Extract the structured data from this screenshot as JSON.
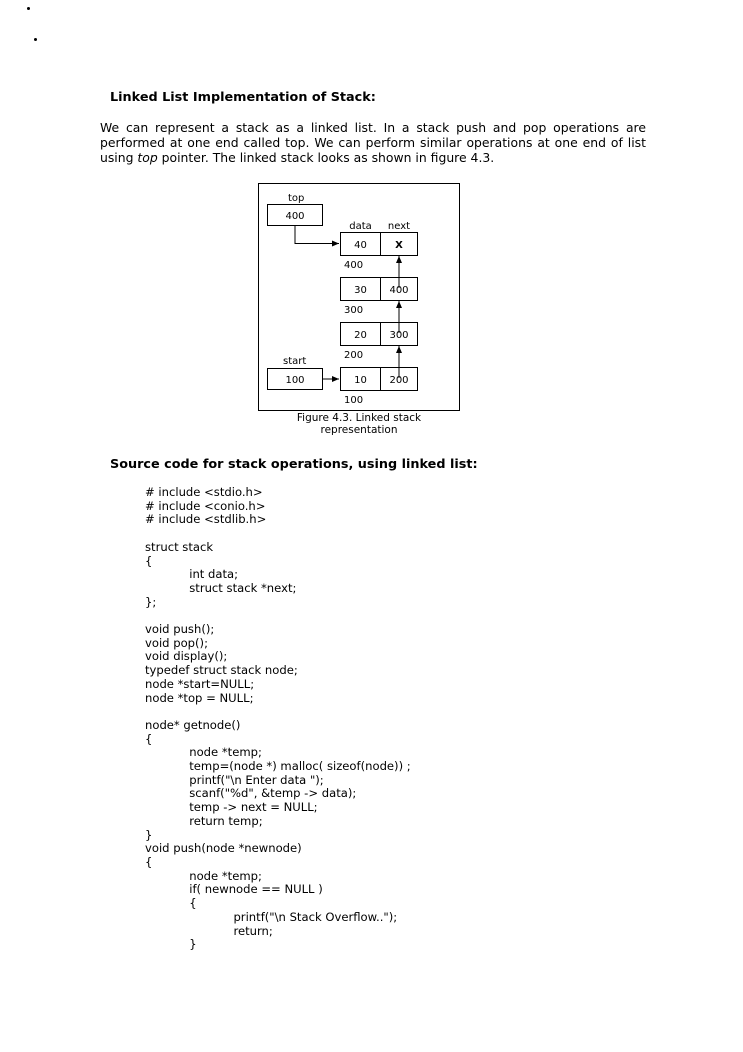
{
  "page": {
    "heading1": "Linked List Implementation of Stack:",
    "paragraph": {
      "part1": "We can represent a stack as a linked list. In a stack push and pop operations are performed at one end called top. We can perform similar operations at one end of list using ",
      "italic_word": "top",
      "part2": " pointer. The linked stack looks as shown in figure 4.3."
    },
    "heading2": "Source code for stack operations, using linked list:"
  },
  "figure": {
    "top_label": "top",
    "top_value": "400",
    "start_label": "start",
    "start_value": "100",
    "col_data": "data",
    "col_next": "next",
    "nodes": [
      {
        "data": "40",
        "next": "X",
        "addr": "400"
      },
      {
        "data": "30",
        "next": "400",
        "addr": "300"
      },
      {
        "data": "20",
        "next": "300",
        "addr": "200"
      },
      {
        "data": "10",
        "next": "200",
        "addr": "100"
      }
    ],
    "caption_line1": "Figure 4.3. Linked stack",
    "caption_line2": "representation"
  },
  "code": {
    "lines": [
      "# include <stdio.h>",
      "# include <conio.h>",
      "# include <stdlib.h>",
      "",
      "struct stack",
      "{",
      "\tint data;",
      "\tstruct stack *next;",
      "};",
      "",
      "void push();",
      "void pop();",
      "void display();",
      "typedef struct stack node;",
      "node *start=NULL;",
      "node *top = NULL;",
      "",
      "node* getnode()",
      "{",
      "\tnode *temp;",
      "\ttemp=(node *) malloc( sizeof(node)) ;",
      "\tprintf(\"\\n Enter data \");",
      "\tscanf(\"%d\", &temp -> data);",
      "\ttemp -> next = NULL;",
      "\treturn temp;",
      "}",
      "void push(node *newnode)",
      "{",
      "\tnode *temp;",
      "\tif( newnode == NULL )",
      "\t{",
      "\t\tprintf(\"\\n Stack Overflow..\");",
      "\t\treturn;",
      "\t}"
    ]
  }
}
